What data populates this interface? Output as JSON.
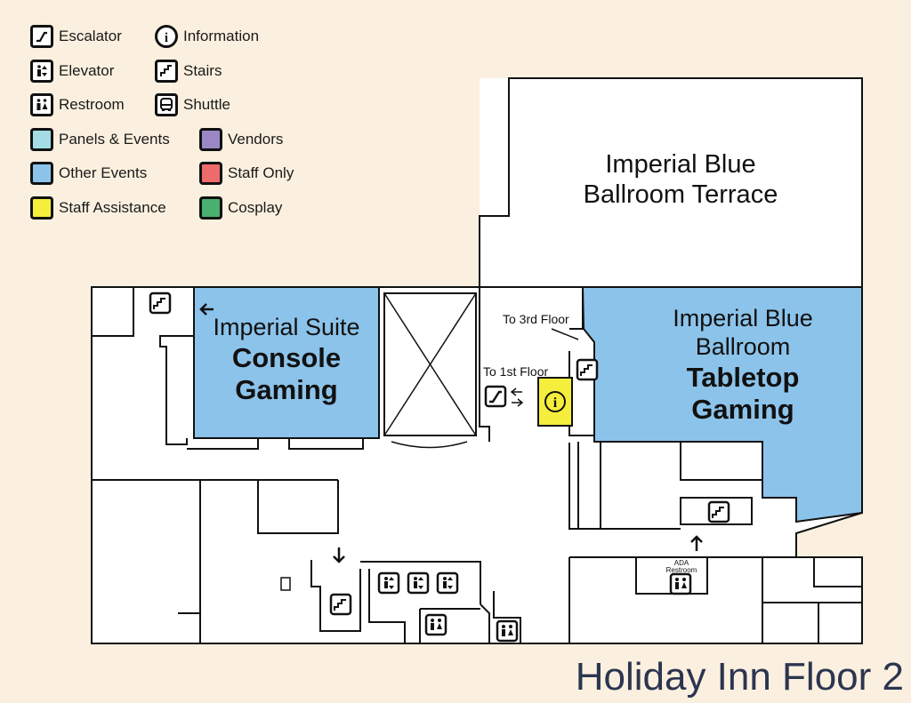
{
  "legend": [
    {
      "icon": "escalator-icon",
      "label": "Escalator"
    },
    {
      "icon": "information-icon",
      "label": "Information"
    },
    {
      "icon": "elevator-icon",
      "label": "Elevator"
    },
    {
      "icon": "stairs-icon",
      "label": "Stairs"
    },
    {
      "icon": "restroom-icon",
      "label": "Restroom"
    },
    {
      "icon": "shuttle-icon",
      "label": "Shuttle"
    },
    {
      "color": "#a3dce5",
      "label": "Panels & Events"
    },
    {
      "color": "#9b87c4",
      "label": "Vendors"
    },
    {
      "color": "#8cc3ea",
      "label": "Other Events"
    },
    {
      "color": "#ee6b6b",
      "label": "Staff Only"
    },
    {
      "color": "#f5ee3c",
      "label": "Staff Assistance"
    },
    {
      "color": "#49b070",
      "label": "Cosplay"
    }
  ],
  "rooms": {
    "terrace": {
      "line1": "Imperial Blue",
      "line2": "Ballroom Terrace"
    },
    "suite": {
      "name": "Imperial Suite",
      "event1": "Console",
      "event2": "Gaming",
      "color": "#8cc3ea"
    },
    "ballroom": {
      "line1": "Imperial Blue",
      "line2": "Ballroom",
      "event1": "Tabletop",
      "event2": "Gaming",
      "color": "#8cc3ea"
    }
  },
  "notes": {
    "to3rd": "To 3rd Floor",
    "to1st": "To 1st Floor",
    "ada1": "ADA",
    "ada2": "Restroom"
  },
  "staff_assistance_color": "#f5ee3c",
  "title": "Holiday Inn Floor 2"
}
